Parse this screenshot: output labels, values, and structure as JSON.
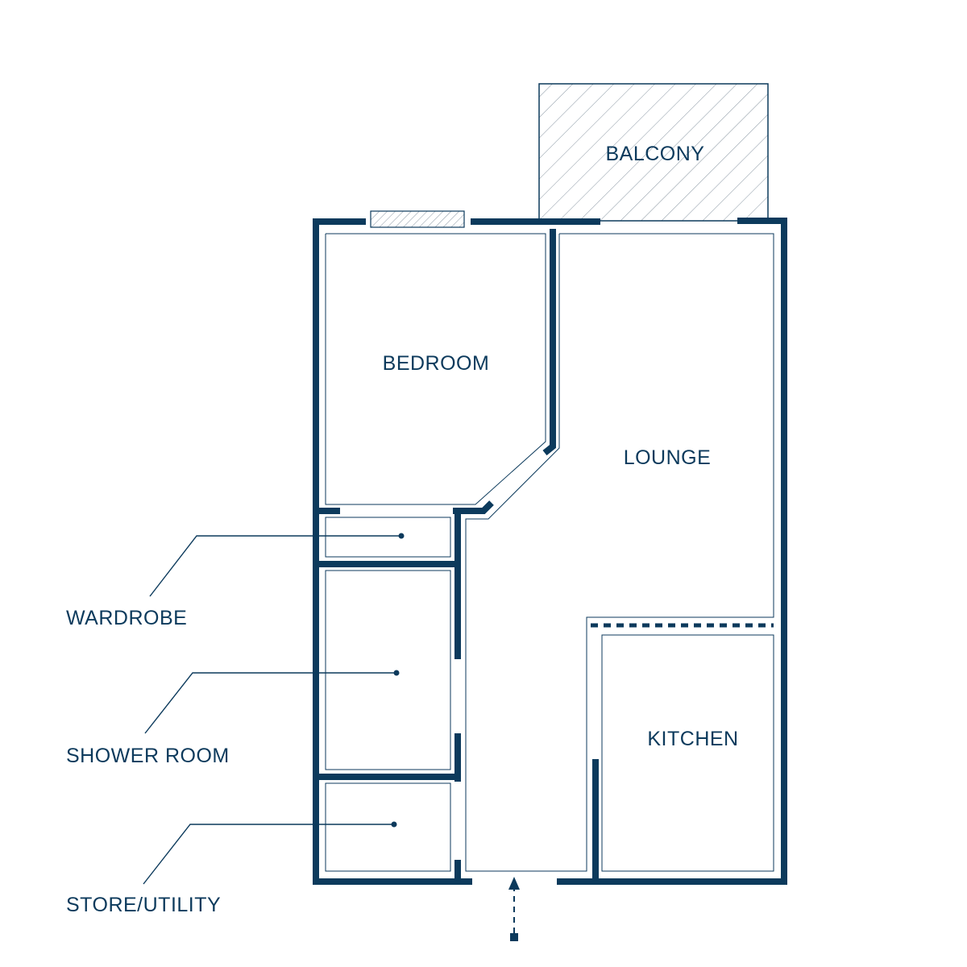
{
  "rooms": {
    "balcony": "BALCONY",
    "bedroom": "BEDROOM",
    "lounge": "LOUNGE",
    "kitchen": "KITCHEN"
  },
  "callouts": {
    "wardrobe": "WARDROBE",
    "shower_room": "SHOWER ROOM",
    "store_utility": "STORE/UTILITY"
  },
  "colors": {
    "wall": "#0c3a5c",
    "hatch": "#8a97a3",
    "background": "#ffffff"
  },
  "icons": {
    "entrance": "entrance-arrow-icon"
  }
}
